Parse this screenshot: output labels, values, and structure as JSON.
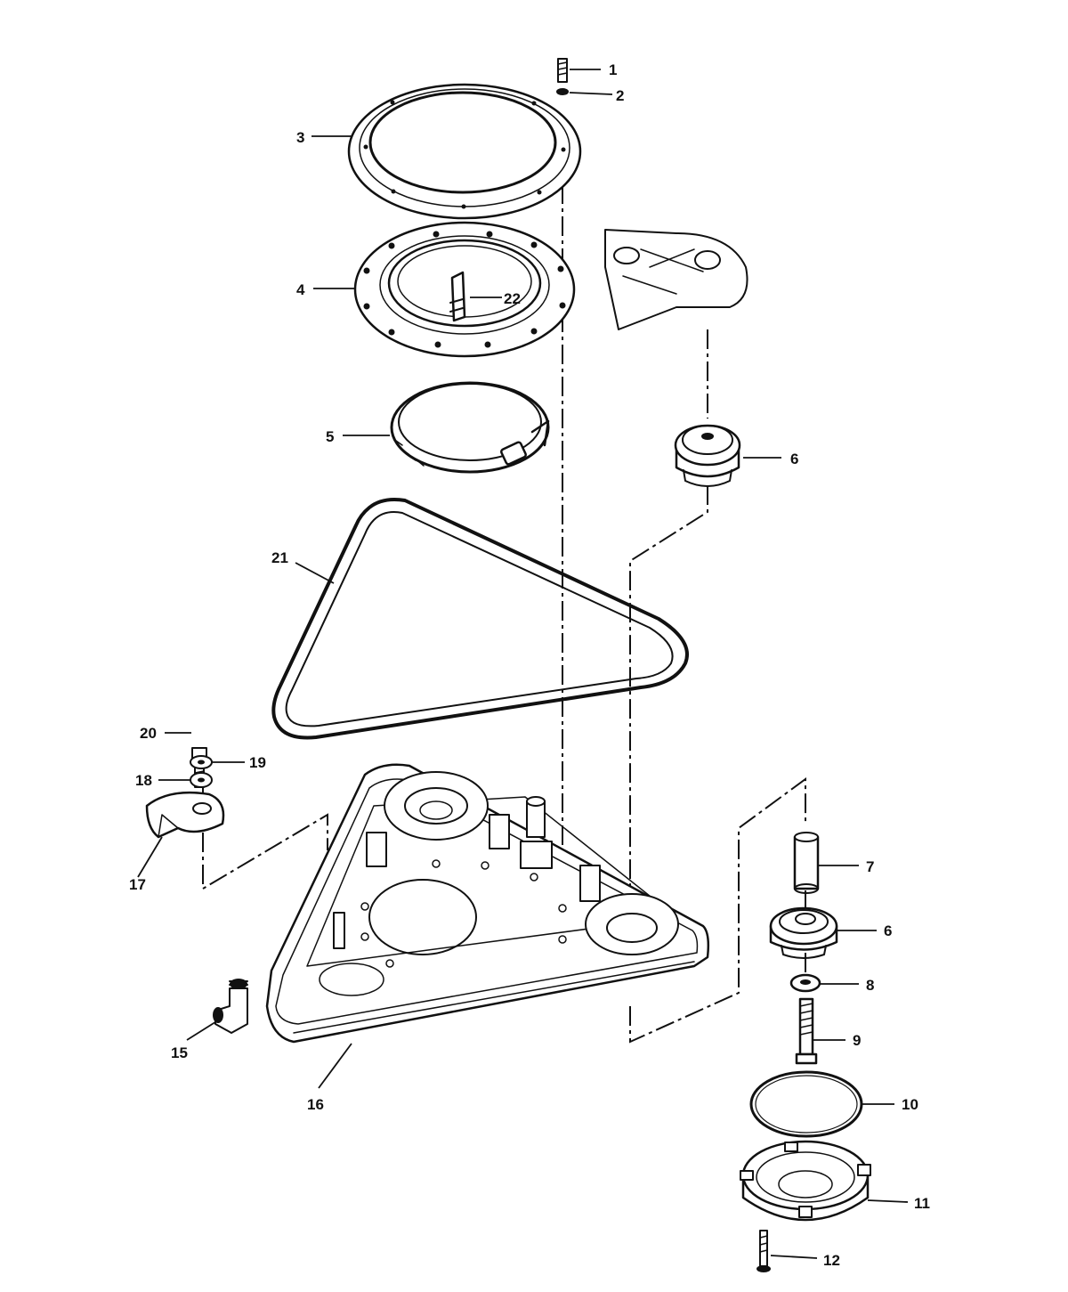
{
  "diagram": {
    "callouts": [
      {
        "id": "1",
        "label": "1"
      },
      {
        "id": "2",
        "label": "2"
      },
      {
        "id": "3",
        "label": "3"
      },
      {
        "id": "4",
        "label": "4"
      },
      {
        "id": "5",
        "label": "5"
      },
      {
        "id": "6a",
        "label": "6"
      },
      {
        "id": "6b",
        "label": "6"
      },
      {
        "id": "7",
        "label": "7"
      },
      {
        "id": "8",
        "label": "8"
      },
      {
        "id": "9",
        "label": "9"
      },
      {
        "id": "10",
        "label": "10"
      },
      {
        "id": "11",
        "label": "11"
      },
      {
        "id": "12",
        "label": "12"
      },
      {
        "id": "15",
        "label": "15"
      },
      {
        "id": "16",
        "label": "16"
      },
      {
        "id": "17",
        "label": "17"
      },
      {
        "id": "18",
        "label": "18"
      },
      {
        "id": "19",
        "label": "19"
      },
      {
        "id": "20",
        "label": "20"
      },
      {
        "id": "21",
        "label": "21"
      },
      {
        "id": "22",
        "label": "22"
      }
    ]
  }
}
